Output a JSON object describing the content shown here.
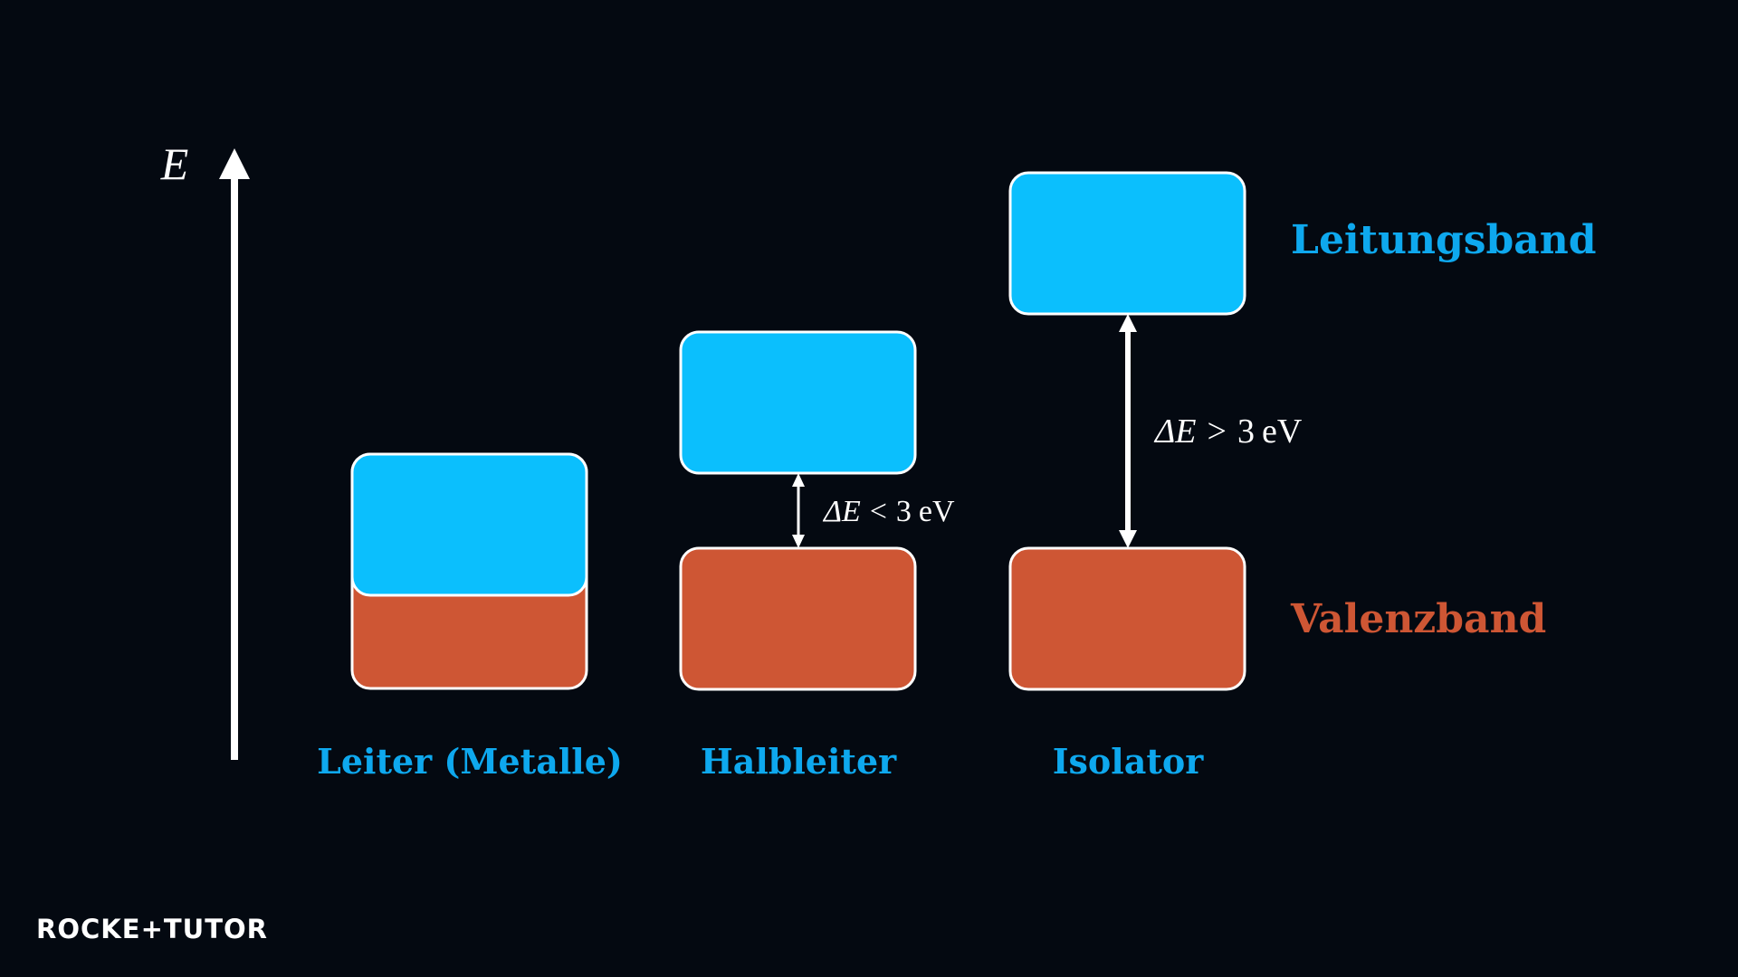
{
  "diagram": {
    "axis_label": "E",
    "band_labels": {
      "conduction": "Leitungsband",
      "valence": "Valenzband"
    },
    "columns": [
      {
        "id": "leiter",
        "label": "Leiter (Metalle)"
      },
      {
        "id": "halbleiter",
        "label": "Halbleiter",
        "gap_label": {
          "prefix": "ΔE",
          "relation": "<",
          "value": "3",
          "unit": "eV"
        }
      },
      {
        "id": "isolator",
        "label": "Isolator",
        "gap_label": {
          "prefix": "ΔE",
          "relation": ">",
          "value": "3",
          "unit": "eV"
        }
      }
    ],
    "colors": {
      "background": "#040911",
      "conduction_band": "#0BBFFD",
      "valence_band": "#CE5634",
      "outline": "#FFFFFF",
      "conduction_text": "#0EA8EE",
      "valence_text": "#CE5634",
      "axis": "#FFFFFF"
    }
  },
  "logo": {
    "text": "ROCKE+TUTOR",
    "part1": "ROCKE",
    "part2": "+",
    "part3": "TUTOR"
  }
}
